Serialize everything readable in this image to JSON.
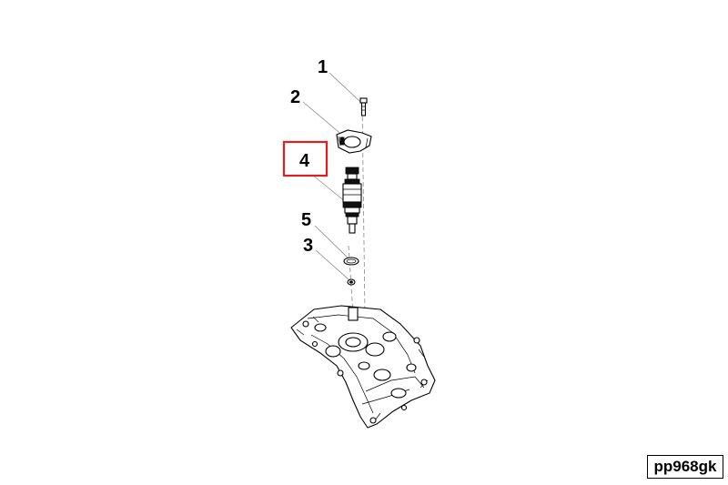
{
  "callouts": [
    {
      "id": "1",
      "label": "1"
    },
    {
      "id": "2",
      "label": "2"
    },
    {
      "id": "4",
      "label": "4",
      "highlighted": true
    },
    {
      "id": "5",
      "label": "5"
    },
    {
      "id": "3",
      "label": "3"
    }
  ],
  "reference_code": "pp968gk",
  "colors": {
    "highlight": "#e02020",
    "line": "#000000"
  }
}
